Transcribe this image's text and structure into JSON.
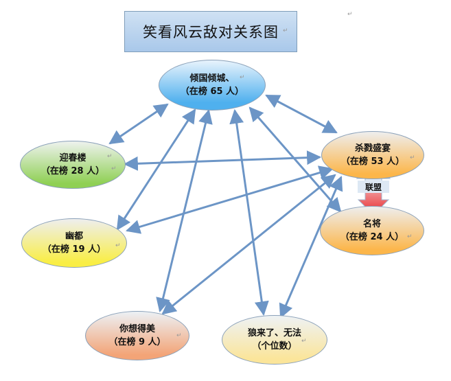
{
  "title": "笑看风云敌对关系图",
  "alliance": "联盟",
  "marks": {
    "return": "↵"
  },
  "colors": {
    "line": "#6c95c6",
    "title_bg": "#b8d2ee",
    "alliance_arrow_top": "#c3d6ea",
    "alliance_arrow_bottom": "#e8272b"
  },
  "nodes": {
    "qingguo": {
      "name": "倾国倾城、",
      "rank": "（在榜 65 人）"
    },
    "shalu": {
      "name": "杀戮盛宴",
      "rank": "（在榜 53 人）"
    },
    "mingjiang": {
      "name": "名将",
      "rank": "（在榜 24 人）"
    },
    "yingchun": {
      "name": "迎春楼",
      "rank": "（在榜 28 人）"
    },
    "youdu": {
      "name": "幽都",
      "rank": "（在榜 19 人）"
    },
    "nixiang": {
      "name": "你想得美",
      "rank": "（在榜 9 人）"
    },
    "langlai": {
      "name": "狼来了、无法",
      "rank": "（个位数）"
    }
  },
  "edges": [
    {
      "from": "qingguo",
      "to": "yingchun"
    },
    {
      "from": "qingguo",
      "to": "shalu"
    },
    {
      "from": "qingguo",
      "to": "mingjiang"
    },
    {
      "from": "qingguo",
      "to": "youdu"
    },
    {
      "from": "qingguo",
      "to": "nixiang"
    },
    {
      "from": "qingguo",
      "to": "langlai"
    },
    {
      "from": "shalu",
      "to": "yingchun"
    },
    {
      "from": "shalu",
      "to": "youdu"
    },
    {
      "from": "shalu",
      "to": "nixiang"
    },
    {
      "from": "shalu",
      "to": "langlai"
    }
  ]
}
